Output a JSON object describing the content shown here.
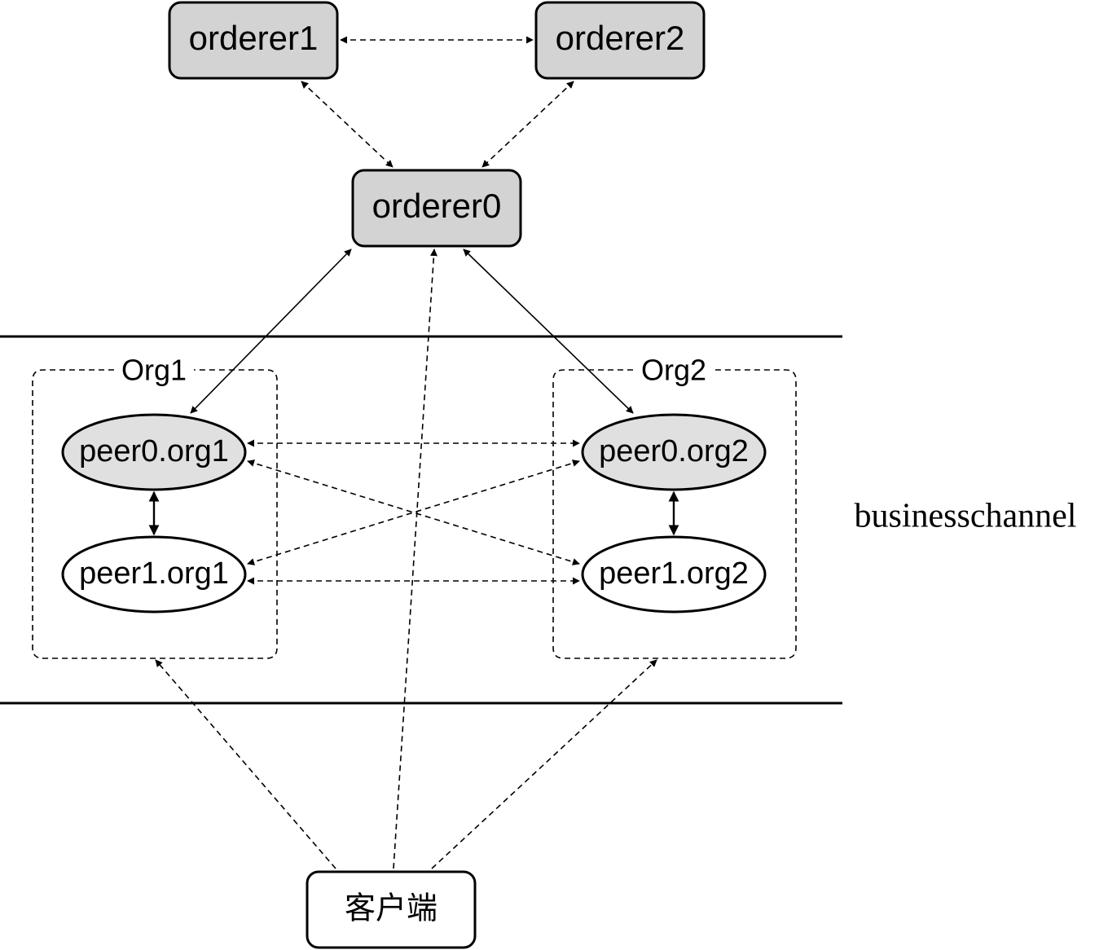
{
  "colors": {
    "orderer_fill": "#d3d3d3",
    "peer0_fill": "#e0e0e0",
    "peer1_fill": "#ffffff",
    "client_fill": "#ffffff",
    "stroke": "#000000"
  },
  "orderers": {
    "orderer1": "orderer1",
    "orderer2": "orderer2",
    "orderer0": "orderer0"
  },
  "orgs": {
    "org1": {
      "label": "Org1",
      "peer0": "peer0.org1",
      "peer1": "peer1.org1"
    },
    "org2": {
      "label": "Org2",
      "peer0": "peer0.org2",
      "peer1": "peer1.org2"
    }
  },
  "channel": {
    "label": "businesschannel"
  },
  "client": {
    "label": "客户端"
  }
}
